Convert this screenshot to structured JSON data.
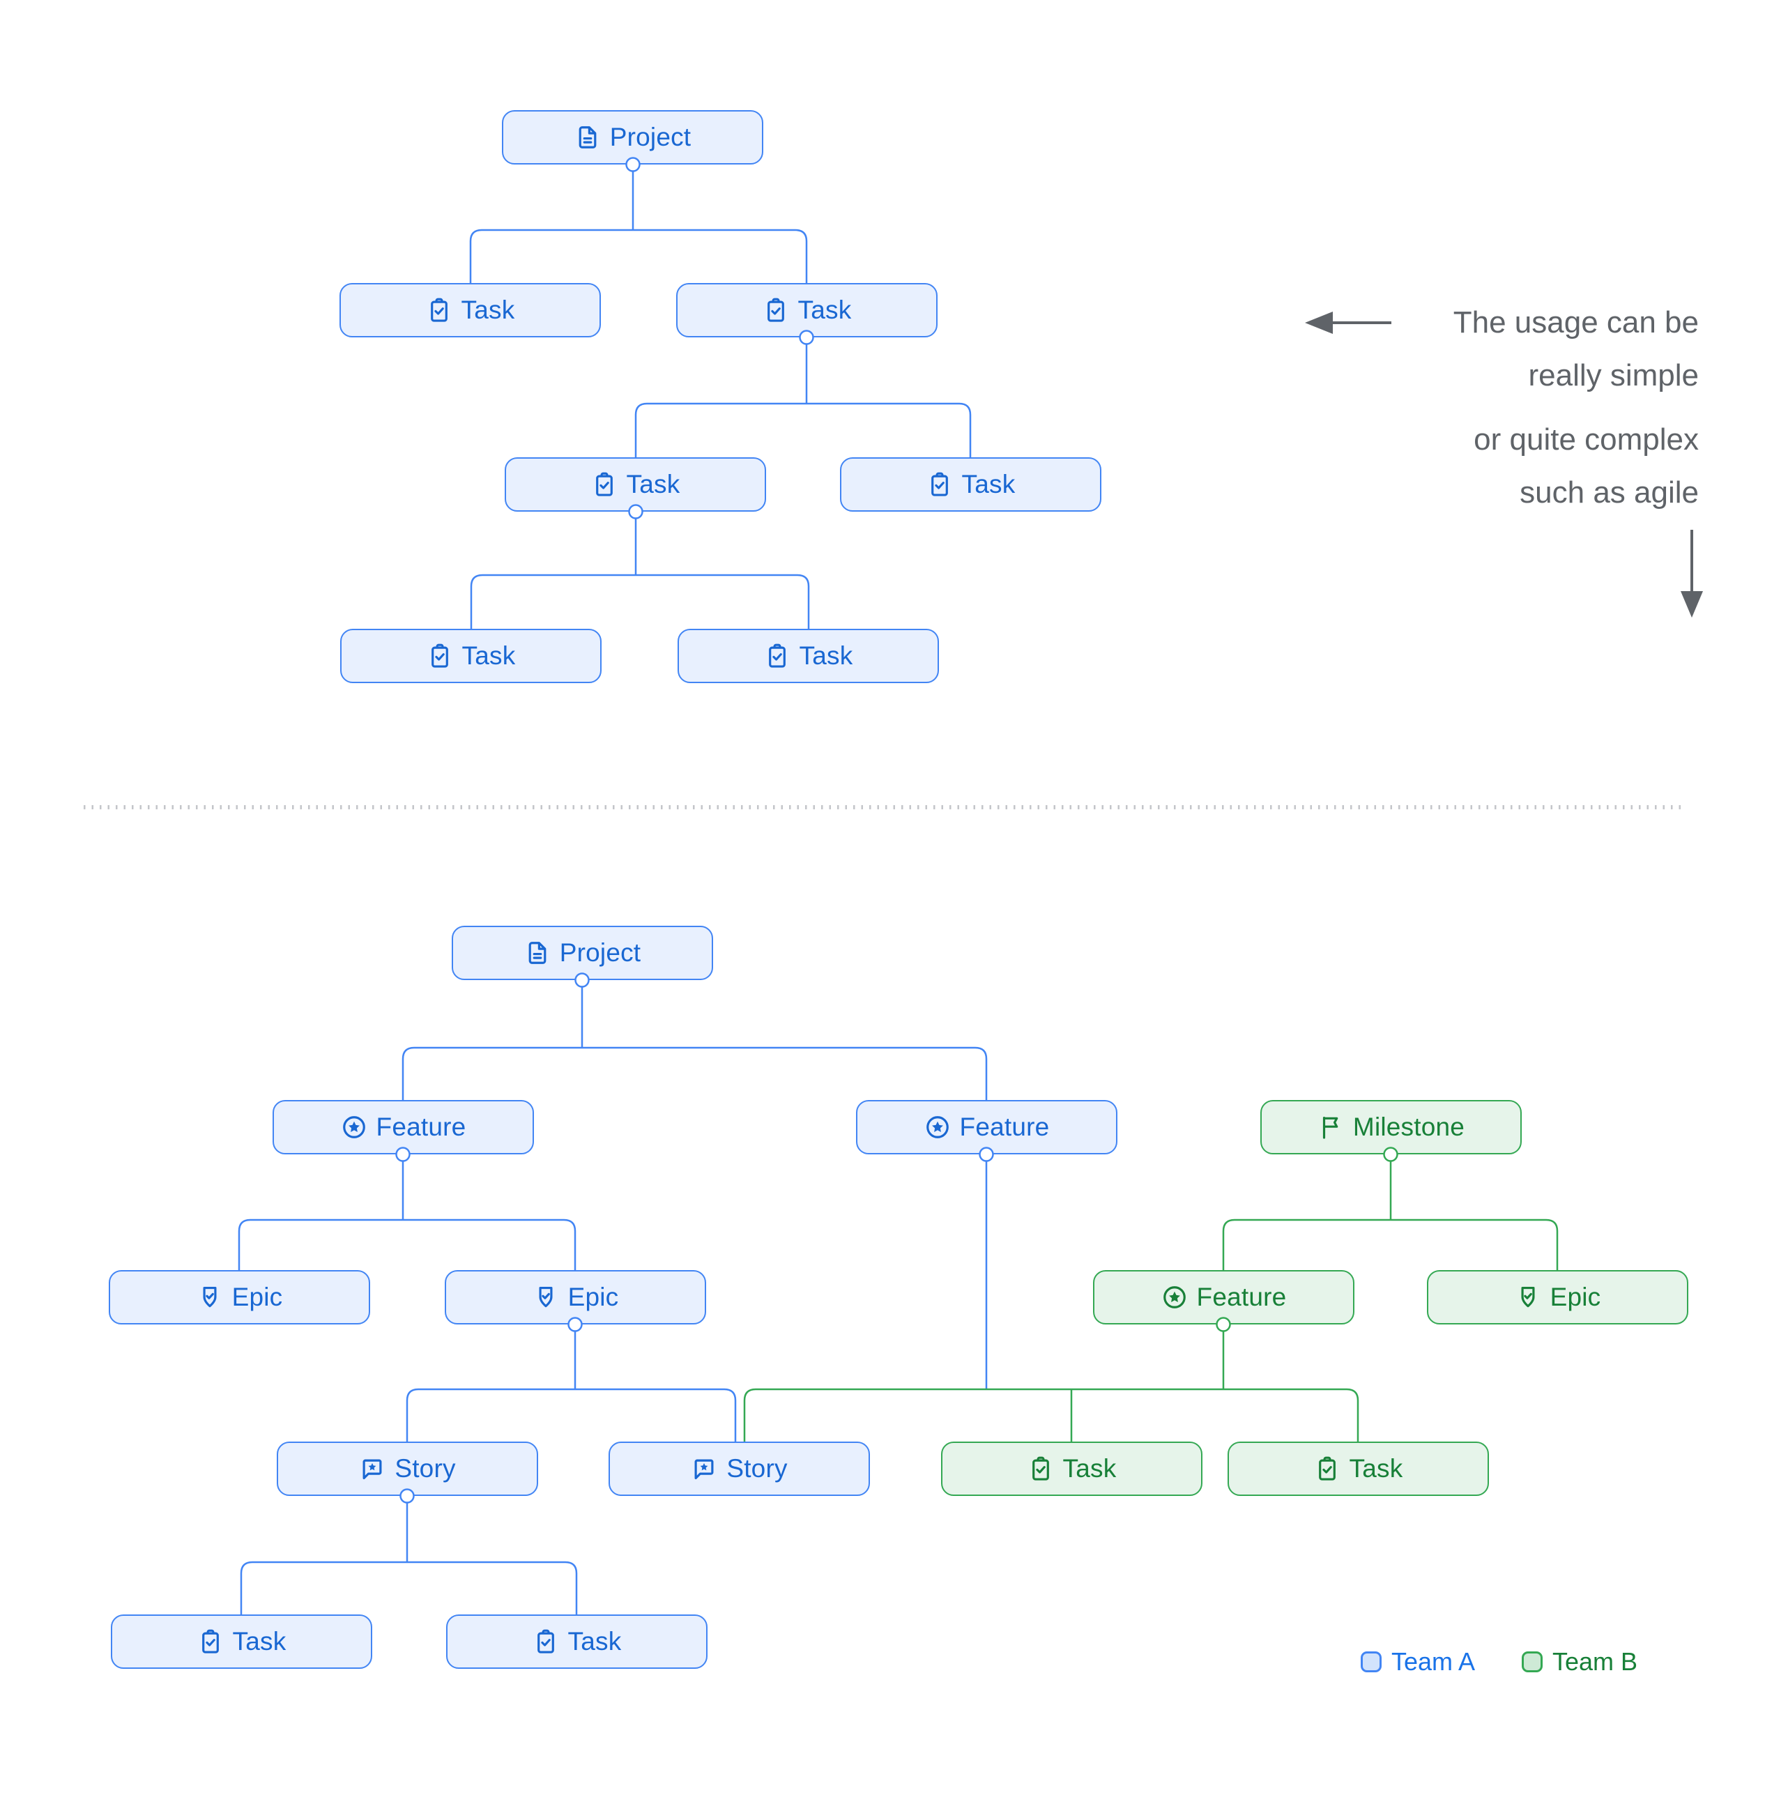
{
  "colors": {
    "team_a_border": "#4285F4",
    "team_a_fill": "#E8F0FE",
    "team_a_text": "#1967D2",
    "team_b_border": "#34A853",
    "team_b_fill": "#E6F4EA",
    "team_b_text": "#188038",
    "legend_a_text": "#1A73E8",
    "legend_b_text": "#188038",
    "legend_a_fill": "#D2E3FC",
    "legend_b_fill": "#CEEAD6",
    "annotation_text": "#5F6368",
    "separator": "#C4C6CA"
  },
  "annotation": {
    "line1": "The usage can be",
    "line2": "really simple",
    "line3": "or quite complex",
    "line4": "such as agile"
  },
  "legend": {
    "team_a": "Team A",
    "team_b": "Team B"
  },
  "top_tree": {
    "nodes": [
      {
        "label": "Project",
        "icon": "document",
        "team": "A"
      },
      {
        "label": "Task",
        "icon": "task",
        "team": "A"
      },
      {
        "label": "Task",
        "icon": "task",
        "team": "A"
      },
      {
        "label": "Task",
        "icon": "task",
        "team": "A"
      },
      {
        "label": "Task",
        "icon": "task",
        "team": "A"
      },
      {
        "label": "Task",
        "icon": "task",
        "team": "A"
      },
      {
        "label": "Task",
        "icon": "task",
        "team": "A"
      }
    ]
  },
  "bottom_tree": {
    "nodes": [
      {
        "label": "Project",
        "icon": "document",
        "team": "A"
      },
      {
        "label": "Feature",
        "icon": "feature",
        "team": "A"
      },
      {
        "label": "Feature",
        "icon": "feature",
        "team": "A"
      },
      {
        "label": "Milestone",
        "icon": "flag",
        "team": "B"
      },
      {
        "label": "Epic",
        "icon": "epic",
        "team": "A"
      },
      {
        "label": "Epic",
        "icon": "epic",
        "team": "A"
      },
      {
        "label": "Feature",
        "icon": "feature",
        "team": "B"
      },
      {
        "label": "Epic",
        "icon": "epic",
        "team": "B"
      },
      {
        "label": "Story",
        "icon": "story",
        "team": "A"
      },
      {
        "label": "Story",
        "icon": "story",
        "team": "A"
      },
      {
        "label": "Task",
        "icon": "task",
        "team": "B"
      },
      {
        "label": "Task",
        "icon": "task",
        "team": "B"
      },
      {
        "label": "Task",
        "icon": "task",
        "team": "A"
      },
      {
        "label": "Task",
        "icon": "task",
        "team": "A"
      }
    ]
  }
}
